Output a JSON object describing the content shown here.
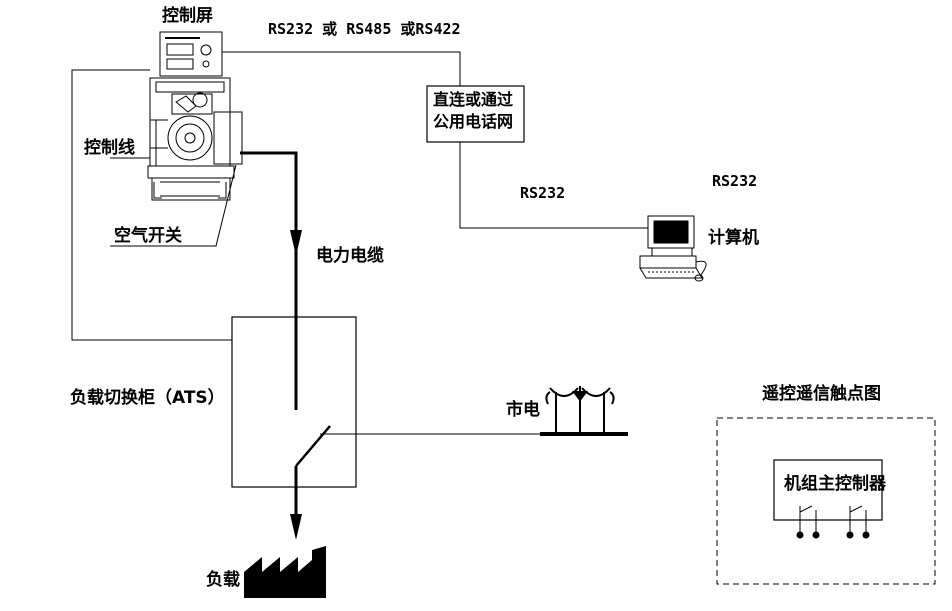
{
  "labels": {
    "control_panel": "控制屏",
    "comm_protocols": "RS232 或 RS485 或RS422",
    "direct_or_phone_line1": "直连或通过",
    "direct_or_phone_line2": "公用电话网",
    "control_line": "控制线",
    "air_switch": "空气开关",
    "rs232_left": "RS232",
    "rs232_right": "RS232",
    "computer": "计算机",
    "power_cable": "电力电缆",
    "ats_cabinet": "负载切换柜（ATS）",
    "mains": "市电",
    "remote_contact_title": "遥控遥信触点图",
    "unit_controller": "机组主控制器",
    "load": "负载"
  },
  "icons": {
    "generator": "genset-icon",
    "computer": "computer-icon",
    "mains_pylon": "power-pylon-icon",
    "factory_load": "factory-icon"
  },
  "colors": {
    "line": "#000000",
    "background": "#ffffff"
  }
}
